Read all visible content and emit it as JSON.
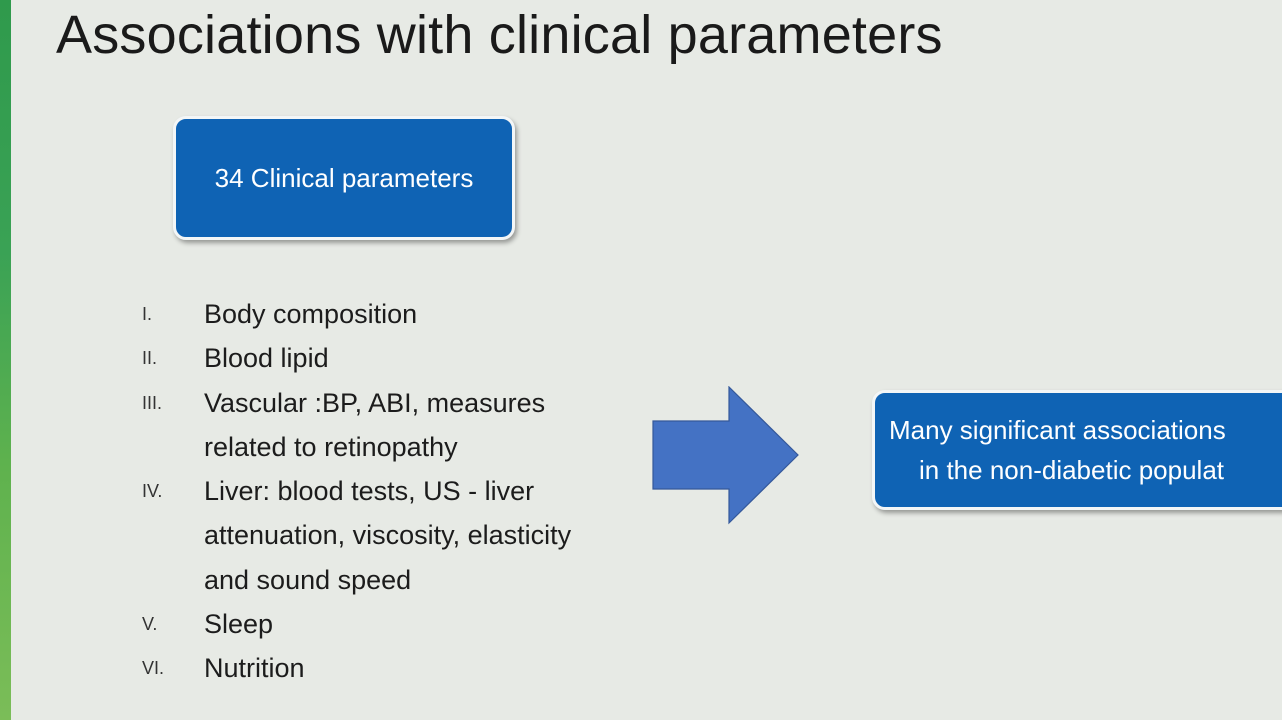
{
  "title": "Associations with clinical parameters",
  "params_box": {
    "label": "34 Clinical parameters"
  },
  "list": [
    {
      "num": "I.",
      "lines": [
        "Body composition"
      ]
    },
    {
      "num": "II.",
      "lines": [
        "Blood lipid"
      ]
    },
    {
      "num": "III.",
      "lines": [
        "Vascular :BP, ABI, measures",
        "related to retinopathy"
      ]
    },
    {
      "num": "IV.",
      "lines": [
        "Liver: blood tests, US - liver",
        "attenuation, viscosity, elasticity",
        "and sound speed"
      ]
    },
    {
      "num": "V.",
      "lines": [
        "Sleep"
      ]
    },
    {
      "num": "VI.",
      "lines": [
        "Nutrition"
      ]
    }
  ],
  "assoc_box": {
    "line1": "Many significant associations",
    "line2": "in the non-diabetic populat"
  },
  "colors": {
    "box_fill": "#0f63b4",
    "arrow_fill": "#4472c4",
    "accent_green": "#3aa255"
  },
  "icons": {
    "arrow": "right-arrow-icon"
  }
}
